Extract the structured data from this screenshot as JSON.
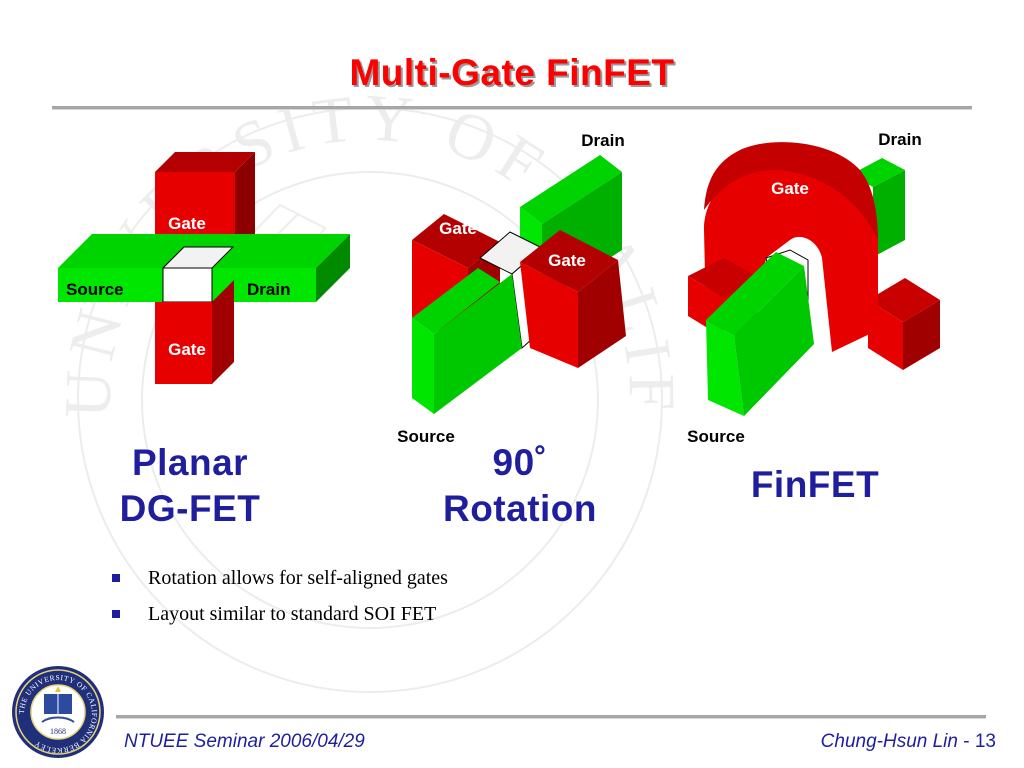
{
  "slide": {
    "title": "Multi-Gate FinFET"
  },
  "planar": {
    "gate_top": "Gate",
    "gate_bottom": "Gate",
    "source": "Source",
    "drain": "Drain",
    "caption_line1": "Planar",
    "caption_line2": "DG-FET"
  },
  "rotation": {
    "drain": "Drain",
    "gate_left": "Gate",
    "gate_right": "Gate",
    "source": "Source",
    "caption_line1": "90˚",
    "caption_line2": "Rotation"
  },
  "finfet": {
    "drain": "Drain",
    "gate": "Gate",
    "source": "Source",
    "caption": "FinFET"
  },
  "bullets": [
    "Rotation allows for self-aligned gates",
    "Layout similar to standard SOI FET"
  ],
  "footer": {
    "left": "NTUEE Seminar 2006/04/29",
    "author": "Chung-Hsun Lin",
    "separator": " - ",
    "page": "13"
  },
  "colors": {
    "title": "#ff0000",
    "text_blue": "#1f1f9e",
    "gate_red": "#e60000",
    "silicon_green": "#00e600",
    "rule_gray": "#a6a6a6"
  },
  "seal": {
    "ring_text": "THE UNIVERSITY OF CALIFORNIA BERKELEY",
    "year": "1868"
  },
  "watermark": {
    "text": "UNIVERSITY OF CALIF"
  }
}
